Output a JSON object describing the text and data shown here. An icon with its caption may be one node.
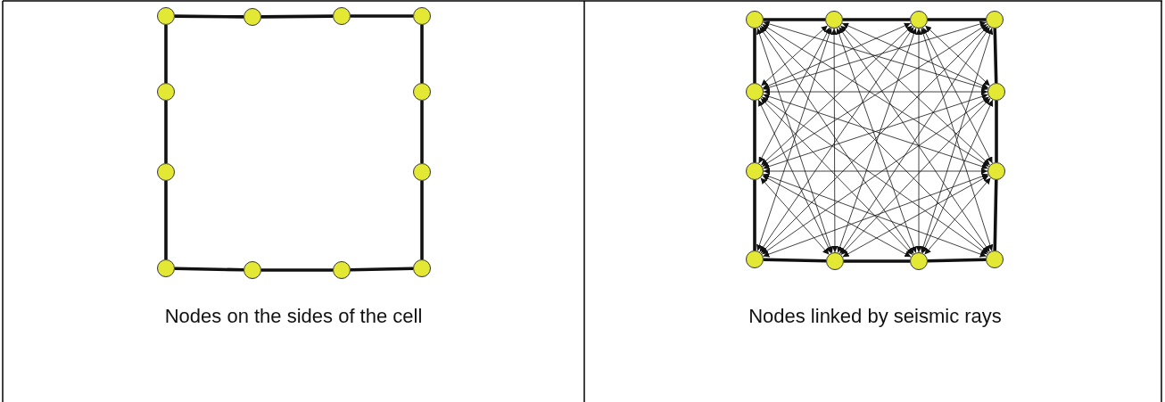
{
  "diagram": {
    "nodes": [
      {
        "text": [],
        "shape": "circle"
      },
      {
        "text": [],
        "shape": "circle"
      },
      {
        "text": [],
        "shape": "circle"
      },
      {
        "text": [],
        "shape": "circle"
      },
      {
        "text": [],
        "shape": "circle"
      },
      {
        "text": [],
        "shape": "circle"
      },
      {
        "text": [],
        "shape": "circle"
      },
      {
        "text": [],
        "shape": "circle"
      },
      {
        "text": [],
        "shape": "circle"
      },
      {
        "text": [],
        "shape": "circle"
      },
      {
        "text": [],
        "shape": "circle"
      },
      {
        "text": [],
        "shape": "circle"
      },
      {
        "text": [],
        "shape": "circle"
      },
      {
        "text": [],
        "shape": "circle"
      },
      {
        "text": [],
        "shape": "circle"
      },
      {
        "text": [],
        "shape": "circle"
      },
      {
        "text": [],
        "shape": "circle"
      },
      {
        "text": [],
        "shape": "circle"
      },
      {
        "text": [],
        "shape": "circle"
      },
      {
        "text": [],
        "shape": "circle"
      },
      {
        "text": [],
        "shape": "circle"
      },
      {
        "text": [],
        "shape": "circle"
      },
      {
        "text": [],
        "shape": "circle"
      },
      {
        "text": [],
        "shape": "circle"
      }
    ],
    "edges": [
      {
        "from": 0,
        "to": 1,
        "arrow": "none",
        "style": "thick"
      },
      {
        "from": 1,
        "to": 2,
        "arrow": "none",
        "style": "thick"
      },
      {
        "from": 2,
        "to": 3,
        "arrow": "none",
        "style": "thick"
      },
      {
        "from": 3,
        "to": 5,
        "arrow": "none",
        "style": "thick"
      },
      {
        "from": 5,
        "to": 7,
        "arrow": "none",
        "style": "thick"
      },
      {
        "from": 7,
        "to": 11,
        "arrow": "none",
        "style": "thick"
      },
      {
        "from": 11,
        "to": 10,
        "arrow": "none",
        "style": "thick"
      },
      {
        "from": 10,
        "to": 9,
        "arrow": "none",
        "style": "thick"
      },
      {
        "from": 9,
        "to": 8,
        "arrow": "none",
        "style": "thick"
      },
      {
        "from": 8,
        "to": 6,
        "arrow": "none",
        "style": "thick"
      },
      {
        "from": 6,
        "to": 4,
        "arrow": "none",
        "style": "thick"
      },
      {
        "from": 4,
        "to": 0,
        "arrow": "none",
        "style": "thick"
      },
      {
        "from": 12,
        "to": 13,
        "arrow": "none",
        "style": "thick"
      },
      {
        "from": 13,
        "to": 14,
        "arrow": "none",
        "style": "thick"
      },
      {
        "from": 14,
        "to": 15,
        "arrow": "none",
        "style": "thick"
      },
      {
        "from": 15,
        "to": 17,
        "arrow": "none",
        "style": "thick"
      },
      {
        "from": 17,
        "to": 19,
        "arrow": "none",
        "style": "thick"
      },
      {
        "from": 19,
        "to": 23,
        "arrow": "none",
        "style": "thick"
      },
      {
        "from": 23,
        "to": 22,
        "arrow": "none",
        "style": "thick"
      },
      {
        "from": 22,
        "to": 21,
        "arrow": "none",
        "style": "thick"
      },
      {
        "from": 21,
        "to": 20,
        "arrow": "none",
        "style": "thick"
      },
      {
        "from": 20,
        "to": 18,
        "arrow": "none",
        "style": "thick"
      },
      {
        "from": 18,
        "to": 16,
        "arrow": "none",
        "style": "thick"
      },
      {
        "from": 16,
        "to": 12,
        "arrow": "none",
        "style": "thick"
      },
      {
        "from": 12,
        "to": 17,
        "arrow": "both"
      },
      {
        "from": 12,
        "to": 19,
        "arrow": "both"
      },
      {
        "from": 12,
        "to": 21,
        "arrow": "both"
      },
      {
        "from": 12,
        "to": 22,
        "arrow": "both"
      },
      {
        "from": 12,
        "to": 23,
        "arrow": "both"
      },
      {
        "from": 13,
        "to": 16,
        "arrow": "both"
      },
      {
        "from": 13,
        "to": 17,
        "arrow": "both"
      },
      {
        "from": 13,
        "to": 18,
        "arrow": "both"
      },
      {
        "from": 13,
        "to": 19,
        "arrow": "both"
      },
      {
        "from": 13,
        "to": 20,
        "arrow": "both"
      },
      {
        "from": 13,
        "to": 21,
        "arrow": "both"
      },
      {
        "from": 13,
        "to": 22,
        "arrow": "both"
      },
      {
        "from": 13,
        "to": 23,
        "arrow": "both"
      },
      {
        "from": 14,
        "to": 16,
        "arrow": "both"
      },
      {
        "from": 14,
        "to": 17,
        "arrow": "both"
      },
      {
        "from": 14,
        "to": 18,
        "arrow": "both"
      },
      {
        "from": 14,
        "to": 19,
        "arrow": "both"
      },
      {
        "from": 14,
        "to": 20,
        "arrow": "both"
      },
      {
        "from": 14,
        "to": 21,
        "arrow": "both"
      },
      {
        "from": 14,
        "to": 22,
        "arrow": "both"
      },
      {
        "from": 14,
        "to": 23,
        "arrow": "both"
      },
      {
        "from": 15,
        "to": 16,
        "arrow": "both"
      },
      {
        "from": 15,
        "to": 18,
        "arrow": "both"
      },
      {
        "from": 15,
        "to": 20,
        "arrow": "both"
      },
      {
        "from": 15,
        "to": 21,
        "arrow": "both"
      },
      {
        "from": 15,
        "to": 22,
        "arrow": "both"
      },
      {
        "from": 16,
        "to": 17,
        "arrow": "both"
      },
      {
        "from": 16,
        "to": 19,
        "arrow": "both"
      },
      {
        "from": 16,
        "to": 21,
        "arrow": "both"
      },
      {
        "from": 16,
        "to": 22,
        "arrow": "both"
      },
      {
        "from": 16,
        "to": 23,
        "arrow": "both"
      },
      {
        "from": 17,
        "to": 18,
        "arrow": "both"
      },
      {
        "from": 17,
        "to": 20,
        "arrow": "both"
      },
      {
        "from": 17,
        "to": 21,
        "arrow": "both"
      },
      {
        "from": 17,
        "to": 22,
        "arrow": "both"
      },
      {
        "from": 18,
        "to": 19,
        "arrow": "both"
      },
      {
        "from": 18,
        "to": 21,
        "arrow": "both"
      },
      {
        "from": 18,
        "to": 22,
        "arrow": "both"
      },
      {
        "from": 18,
        "to": 23,
        "arrow": "both"
      },
      {
        "from": 19,
        "to": 20,
        "arrow": "both"
      },
      {
        "from": 19,
        "to": 21,
        "arrow": "both"
      },
      {
        "from": 19,
        "to": 22,
        "arrow": "both"
      }
    ],
    "labels": [
      "Nodes on the sides of the cell",
      "Nodes linked by seismic rays"
    ]
  }
}
